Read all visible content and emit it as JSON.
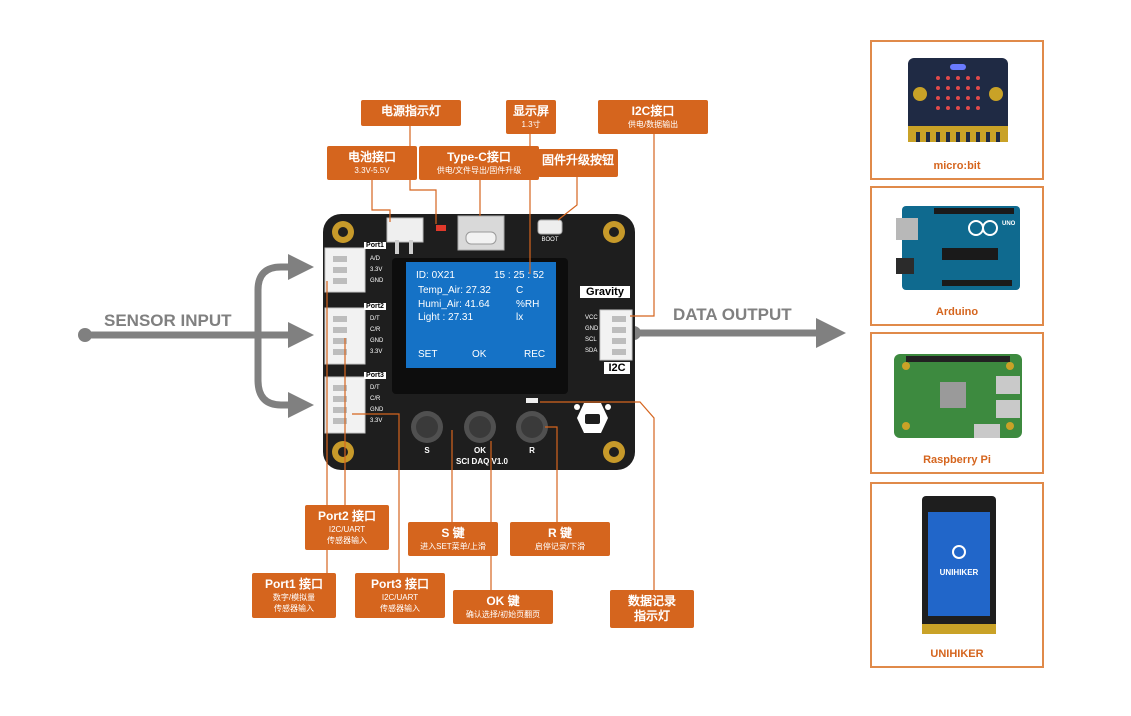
{
  "side_labels": {
    "input": "SENSOR INPUT",
    "output": "DATA OUTPUT"
  },
  "board": {
    "name": "SCI DAQ V1.0",
    "boot": "BOOT",
    "gravity": "Gravity",
    "i2c": "I2C",
    "ports": [
      {
        "label": "Port1",
        "pins": [
          "A/D",
          "3.3V",
          "GND"
        ]
      },
      {
        "label": "Port2",
        "pins": [
          "D/T",
          "C/R",
          "GND",
          "3.3V"
        ]
      },
      {
        "label": "Port3",
        "pins": [
          "D/T",
          "C/R",
          "GND",
          "3.3V"
        ]
      }
    ],
    "i2c_pins": [
      "VCC",
      "GND",
      "SCL",
      "SDA"
    ],
    "buttons": [
      "S",
      "OK",
      "R"
    ],
    "screen": {
      "id_label": "ID:",
      "id": "0X21",
      "time": "15 : 25 : 52",
      "rows": [
        {
          "name": "Temp_Air:",
          "value": "27.32",
          "unit": "C"
        },
        {
          "name": "Humi_Air:",
          "value": "41.64",
          "unit": "%RH"
        },
        {
          "name": "Light     :",
          "value": "27.31",
          "unit": "lx"
        }
      ],
      "menu": [
        "SET",
        "OK",
        "REC"
      ]
    }
  },
  "callouts": {
    "power_led": {
      "title": "电源指示灯",
      "sub": ""
    },
    "battery": {
      "title": "电池接口",
      "sub": "3.3V-5.5V"
    },
    "typec": {
      "title": "Type-C接口",
      "sub": "供电/文件导出/固件升级"
    },
    "display": {
      "title": "显示屏",
      "sub": "1.3寸"
    },
    "firmware": {
      "title": "固件升级按钮",
      "sub": ""
    },
    "i2c": {
      "title": "I2C接口",
      "sub": "供电/数据输出"
    },
    "port2": {
      "title": "Port2 接口",
      "sub": "I2C/UART",
      "sub2": "传感器输入"
    },
    "s_key": {
      "title": "S 键",
      "sub": "进入SET菜单/上滑"
    },
    "r_key": {
      "title": "R 键",
      "sub": "启停记录/下滑"
    },
    "port1": {
      "title": "Port1 接口",
      "sub": "数字/模拟量",
      "sub2": "传感器输入"
    },
    "port3": {
      "title": "Port3 接口",
      "sub": "I2C/UART",
      "sub2": "传感器输入"
    },
    "ok_key": {
      "title": "OK 键",
      "sub": "确认选择/初始页翻页"
    },
    "rec_led": {
      "title": "数据记录",
      "title2": "指示灯"
    }
  },
  "devices": [
    "micro:bit",
    "Arduino",
    "Raspberry Pi",
    "UNIHIKER"
  ],
  "unihiker_screen": "UNIHIKER",
  "arduino_badge": "UNO",
  "colors": {
    "accent": "#d5651e",
    "arrow": "#808080",
    "pcb": "#1e1e1e",
    "screen": "#1572c6"
  }
}
